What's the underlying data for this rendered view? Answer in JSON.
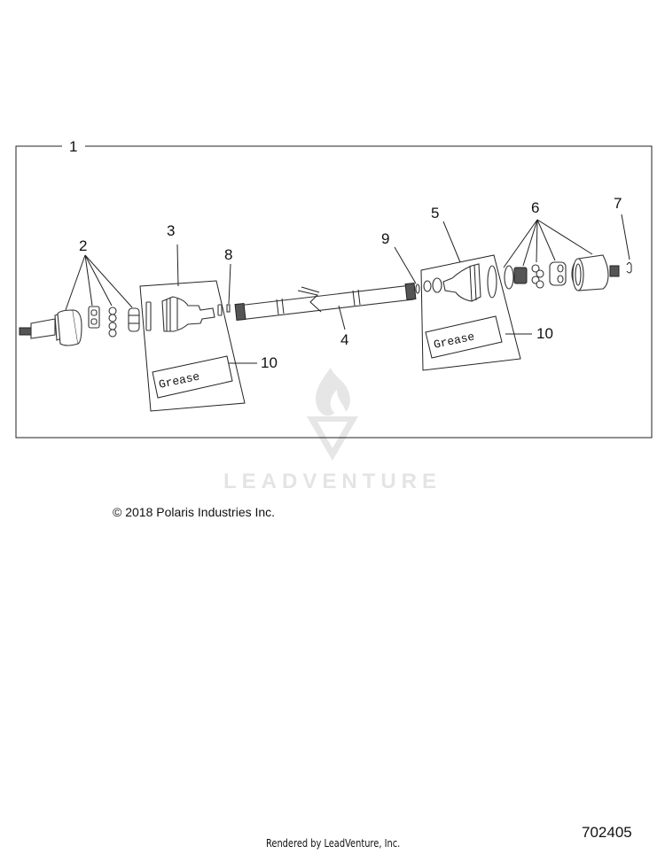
{
  "diagram": {
    "assembly_callout": "1",
    "callouts": [
      {
        "id": "2",
        "label": "2"
      },
      {
        "id": "3",
        "label": "3"
      },
      {
        "id": "4",
        "label": "4"
      },
      {
        "id": "5",
        "label": "5"
      },
      {
        "id": "6",
        "label": "6"
      },
      {
        "id": "7",
        "label": "7"
      },
      {
        "id": "8",
        "label": "8"
      },
      {
        "id": "9",
        "label": "9"
      },
      {
        "id": "10a",
        "label": "10"
      },
      {
        "id": "10b",
        "label": "10"
      }
    ],
    "grease_label_left": "Grease",
    "grease_label_right": "Grease",
    "watermark": "LEADVENTURE"
  },
  "footer": {
    "copyright": "© 2018 Polaris Industries Inc.",
    "rendered_by": "Rendered by LeadVenture, Inc.",
    "document_number": "702405"
  }
}
